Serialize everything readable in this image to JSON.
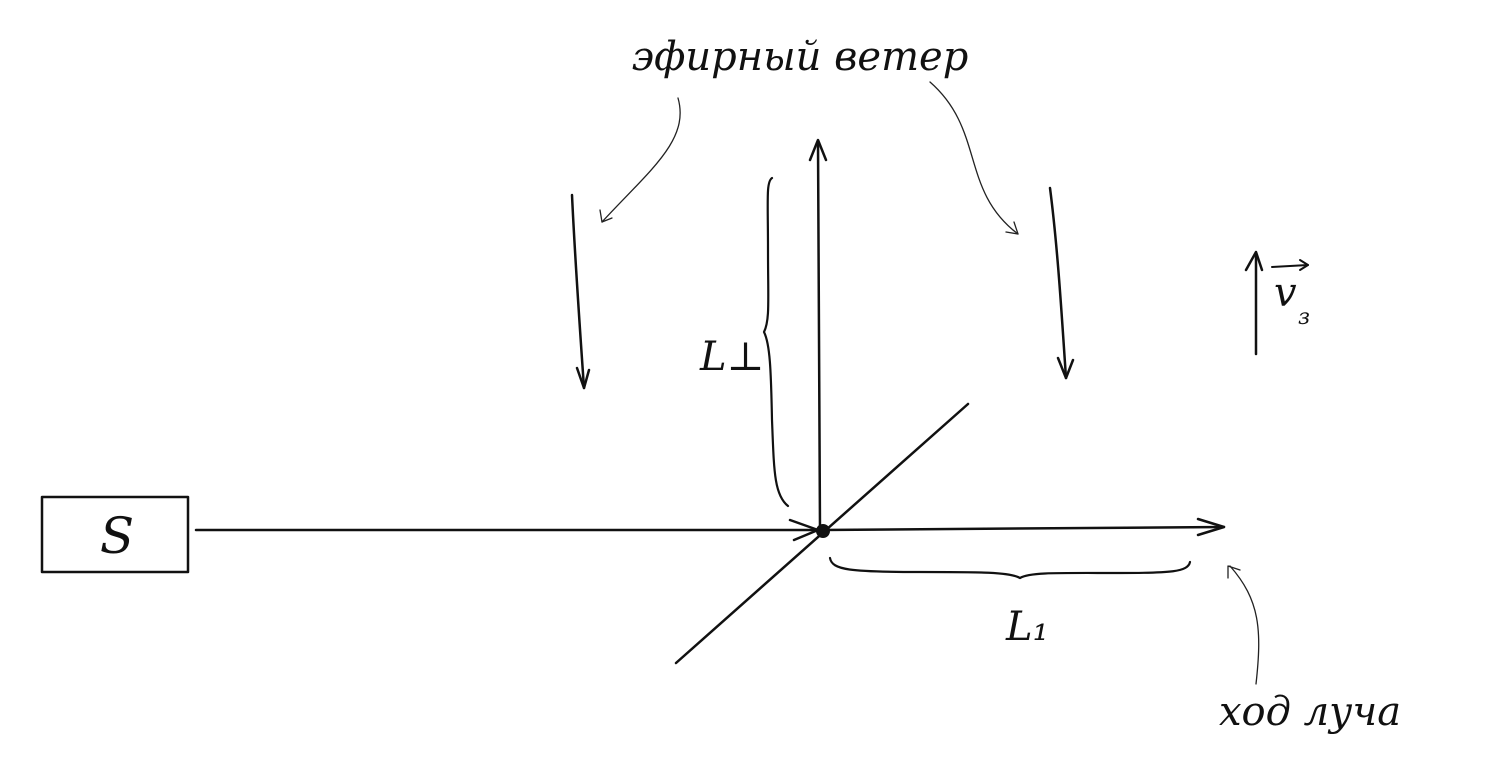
{
  "labels": {
    "ether_wind": "эфирный ветер",
    "beam_path": "ход луча",
    "source": "S",
    "arm_perp": "L⊥",
    "arm_par": "L₁",
    "velocity_symbol": "v",
    "velocity_subscript": "з"
  },
  "colors": {
    "ink": "#111111",
    "background": "#ffffff"
  }
}
